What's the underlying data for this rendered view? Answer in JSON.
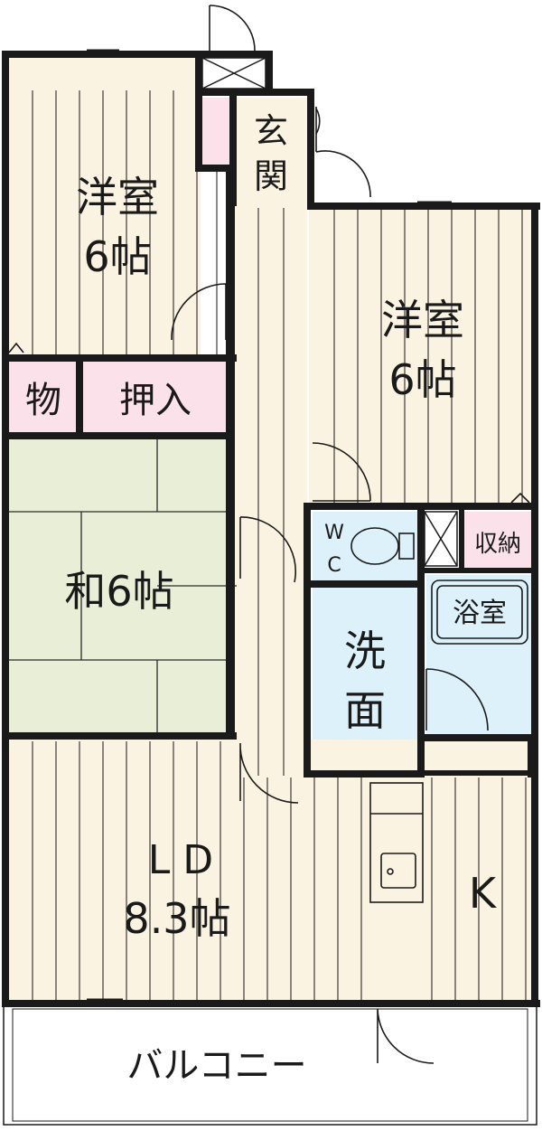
{
  "plan": {
    "colors": {
      "wood_floor": "#fbf3e1",
      "tatami": "#e8efd6",
      "storage": "#fbe2ea",
      "wet_area": "#dcf1fa",
      "wall": "#1a1a1a",
      "balcony": "#ffffff"
    },
    "rooms": {
      "entrance": "玄関",
      "western_room_a": {
        "name": "洋室",
        "size": "6帖"
      },
      "western_room_b": {
        "name": "洋室",
        "size": "6帖"
      },
      "storage_small": "物",
      "oshiire": "押入",
      "japanese_room": "和6帖",
      "wc_w": "W",
      "wc_c": "C",
      "closet": "収納",
      "bathroom": "浴室",
      "washroom": {
        "line1": "洗",
        "line2": "面"
      },
      "living_dining": {
        "name": "L D",
        "size": "8.3帖"
      },
      "kitchen": "K",
      "balcony": "バルコニー"
    }
  }
}
